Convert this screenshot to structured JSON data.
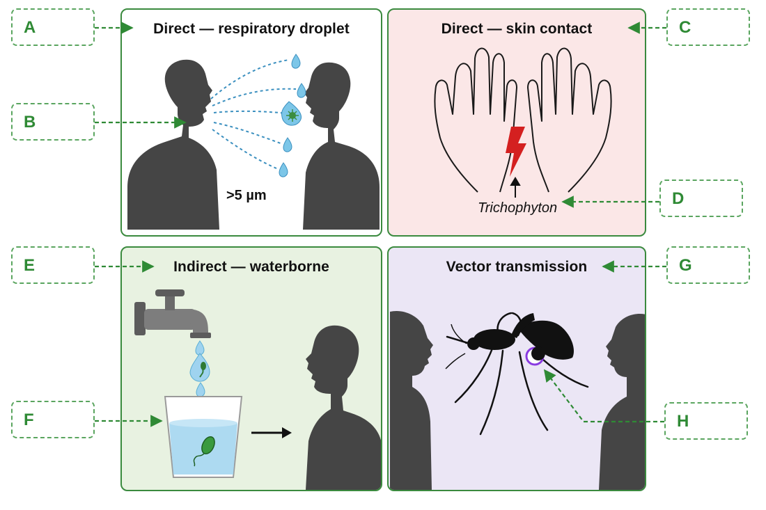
{
  "panels": {
    "droplet": {
      "title": "Direct — respiratory droplet",
      "size_note": ">5 µm",
      "bg": "#ffffff"
    },
    "skin": {
      "title": "Direct — skin contact",
      "pathogen": "Trichophyton",
      "bg": "#fbe7e7"
    },
    "water": {
      "title": "Indirect — waterborne",
      "bg": "#e8f2e1"
    },
    "vector": {
      "title": "Vector transmission",
      "bg": "#ebe6f5"
    }
  },
  "labels": {
    "a": "A",
    "b": "B",
    "c": "C",
    "d": "D",
    "e": "E",
    "f": "F",
    "g": "G",
    "h": "H"
  },
  "colors": {
    "border": "#3a8a3e",
    "label_text": "#2f8a35",
    "silhouette": "#454545",
    "droplet": "#7cc6e8",
    "lightning": "#d42020",
    "water": "#9fd3ef",
    "moon": "#8a3be0"
  },
  "icons": [
    "person-silhouette-icon",
    "droplet-icon",
    "hands-icon",
    "lightning-icon",
    "faucet-icon",
    "glass-icon",
    "bacterium-icon",
    "mosquito-icon",
    "moon-icon",
    "arrow-right-icon"
  ]
}
